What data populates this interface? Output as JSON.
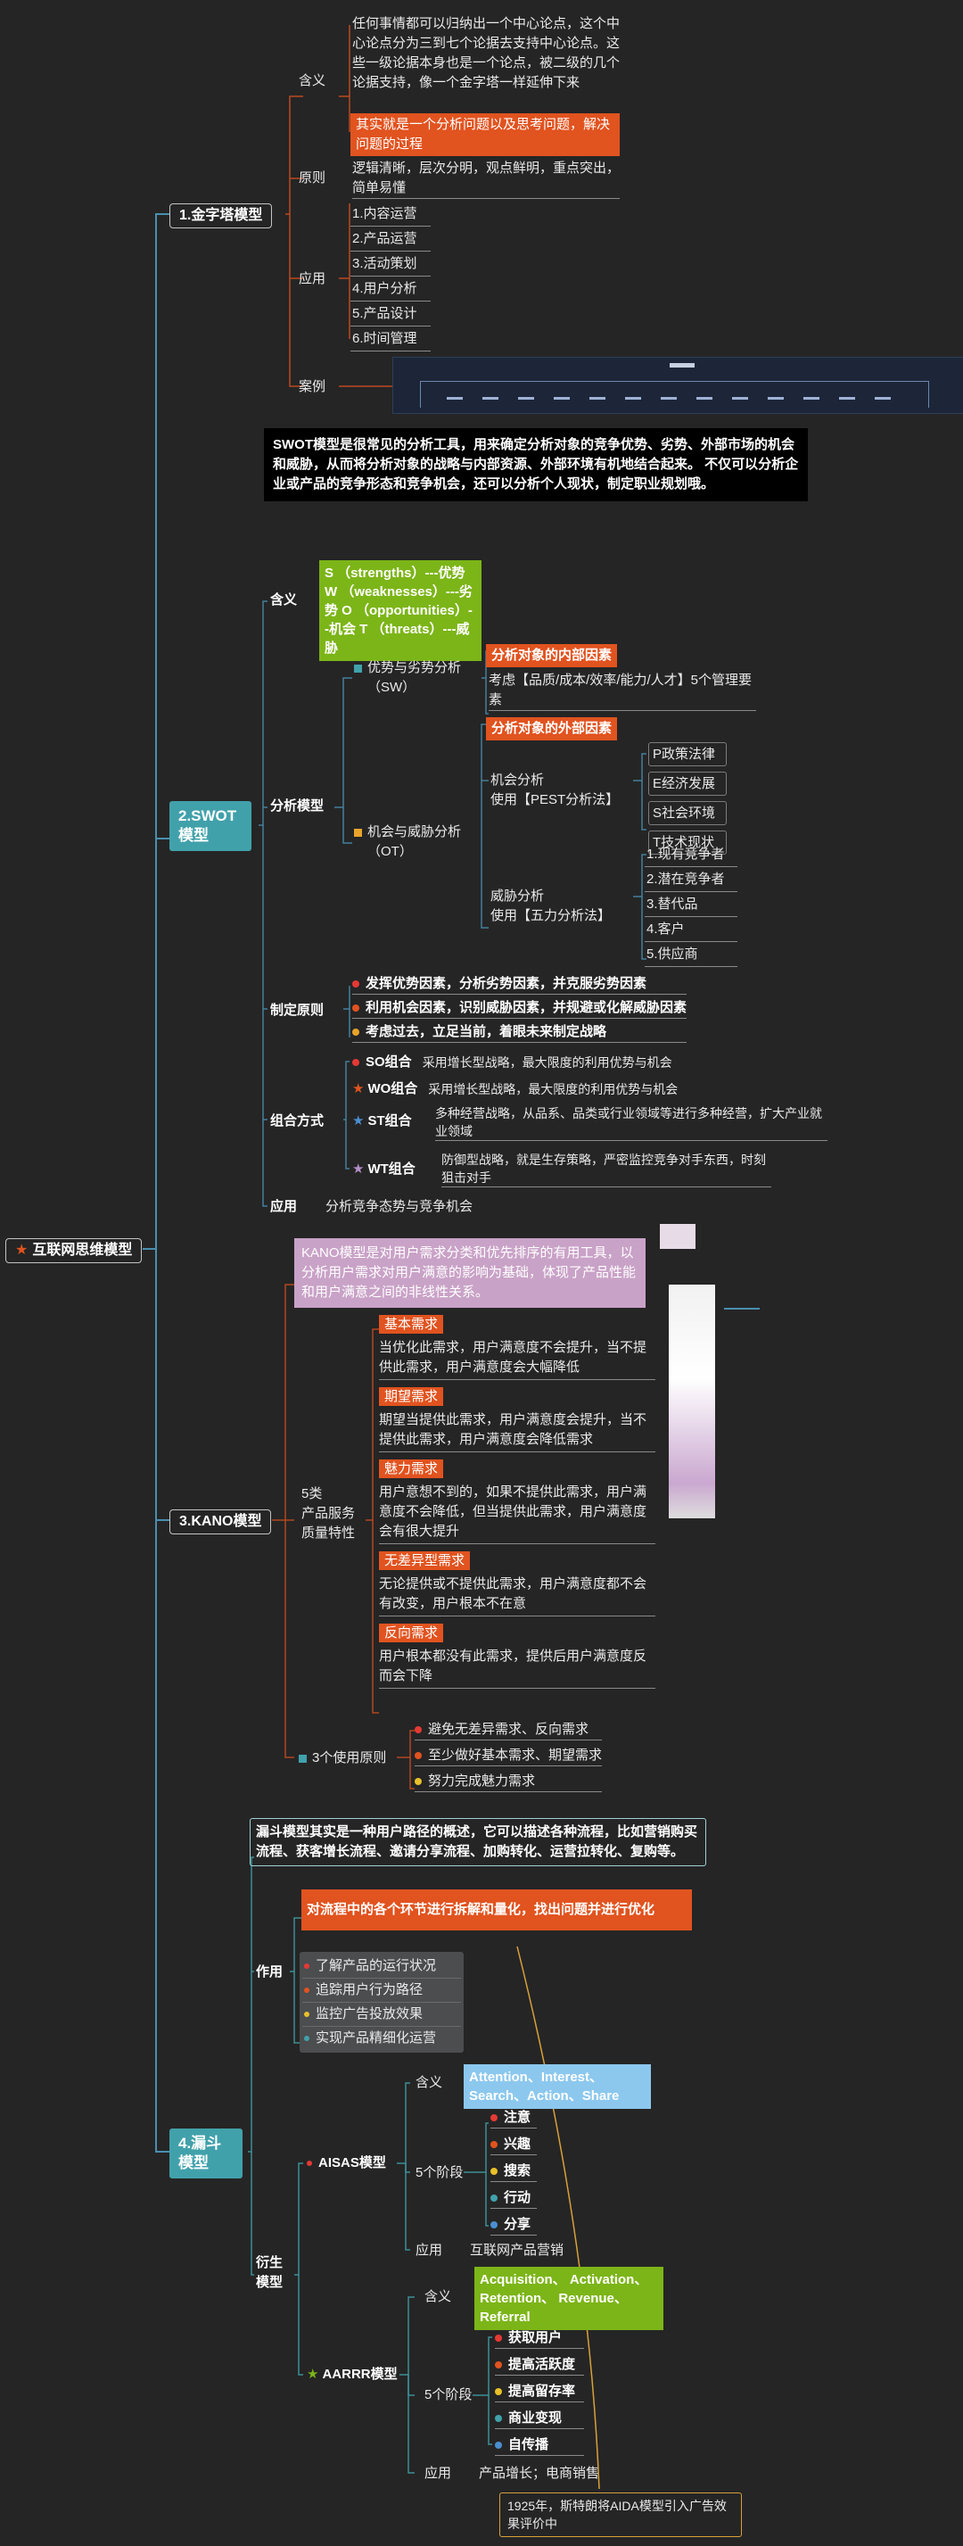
{
  "root": {
    "label": "互联网思维模型",
    "star": "★"
  },
  "pyramid": {
    "title": "1.金字塔模型",
    "meaning_label": "含义",
    "meaning_text": "任何事情都可以归纳出一个中心论点，这个中心论点分为三到七个论据去支持中心论点。这些一级论据本身也是一个论点，被二级的几个论据支持，像一个金字塔一样延伸下来",
    "meaning_highlight": "其实就是一个分析问题以及思考问题，解决问题的过程",
    "principle_label": "原则",
    "principle_text": "逻辑清晰，层次分明，观点鲜明，重点突出，简单易懂",
    "apply_label": "应用",
    "apply_items": [
      "1.内容运营",
      "2.产品运营",
      "3.活动策划",
      "4.用户分析",
      "5.产品设计",
      "6.时间管理"
    ],
    "case_label": "案例"
  },
  "swot": {
    "title_l1": "2.SWOT",
    "title_l2": "模型",
    "intro": "SWOT模型是很常见的分析工具，用来确定分析对象的竞争优势、劣势、外部市场的机会和威胁，从而将分析对象的战略与内部资源、外部环境有机地结合起来。\n\n不仅可以分析企业或产品的竞争形态和竞争机会，还可以分析个人现状，制定职业规划哦。",
    "meaning_label": "含义",
    "meaning_box": "S （strengths）---优势\nW （weaknesses）---劣势\nO （opportunities）--机会\nT （threats）---威胁",
    "analysis_label": "分析模型",
    "sw_label": "优势与劣势分析\n（SW）",
    "sw_tag": "分析对象的内部因素",
    "sw_text": "考虑【品质/成本/效率/能力/人才】5个管理要素",
    "ot_label": "机会与威胁分析\n（OT）",
    "ot_tag": "分析对象的外部因素",
    "opp_label": "机会分析\n使用【PEST分析法】",
    "pest": [
      "P政策法律",
      "E经济发展",
      "S社会环境",
      "T技术现状"
    ],
    "threat_label": "威胁分析\n使用【五力分析法】",
    "five": [
      "1.现有竞争者",
      "2.潜在竞争者",
      "3.替代品",
      "4.客户",
      "5.供应商"
    ],
    "rules_label": "制定原则",
    "rules": [
      "发挥优势因素，分析劣势因素，并克服劣势因素",
      "利用机会因素，识别威胁因素，并规避或化解威胁因素",
      "考虑过去，立足当前，着眼未来制定战略"
    ],
    "combo_label": "组合方式",
    "combos": [
      {
        "name": "SO组合",
        "text": "采用增长型战略，最大限度的利用优势与机会"
      },
      {
        "name": "WO组合",
        "text": "采用增长型战略，最大限度的利用优势与机会"
      },
      {
        "name": "ST组合",
        "text": "多种经营战略，从品系、品类或行业领域等进行多种经营，扩大产业就业领域"
      },
      {
        "name": "WT组合",
        "text": "防御型战略，就是生存策略，严密监控竞争对手东西，时刻狙击对手"
      }
    ],
    "apply_label": "应用",
    "apply_text": "分析竞争态势与竞争机会"
  },
  "kano": {
    "title": "3.KANO模型",
    "intro": "KANO模型是对用户需求分类和优先排序的有用工具，以分析用户需求对用户满意的影响为基础，体现了产品性能和用户满意之间的非线性关系。",
    "five_label": "5类\n产品服务\n质量特性",
    "types": [
      {
        "tag": "基本需求",
        "text": "当优化此需求，用户满意度不会提升，当不提供此需求，用户满意度会大幅降低"
      },
      {
        "tag": "期望需求",
        "text": "期望当提供此需求，用户满意度会提升，当不提供此需求，用户满意度会降低需求"
      },
      {
        "tag": "魅力需求",
        "text": "用户意想不到的，如果不提供此需求，用户满意度不会降低，但当提供此需求，用户满意度会有很大提升"
      },
      {
        "tag": "无差异型需求",
        "text": "无论提供或不提供此需求，用户满意度都不会有改变，用户根本不在意"
      },
      {
        "tag": "反向需求",
        "text": "用户根本都没有此需求，提供后用户满意度反而会下降"
      }
    ],
    "principles_label": "3个使用原则",
    "principles": [
      "避免无差异需求、反向需求",
      "至少做好基本需求、期望需求",
      "努力完成魅力需求"
    ]
  },
  "funnel": {
    "title_l1": "4.漏斗",
    "title_l2": "模型",
    "intro": "漏斗模型其实是一种用户路径的概述，它可以描述各种流程，比如营销购买流程、获客增长流程、邀请分享流程、加购转化、运营拉转化、复购等。",
    "use_label": "作用",
    "use_highlight": "对流程中的各个环节进行拆解和量化，找出问题并进行优化",
    "uses": [
      "了解产品的运行状况",
      "追踪用户行为路径",
      "监控广告投放效果",
      "实现产品精细化运营"
    ],
    "derived_label": "衍生\n模型",
    "aisas": {
      "name": "AISAS模型",
      "meaning_label": "含义",
      "meaning": "Attention、Interest、\nSearch、Action、Share",
      "stage_label": "5个阶段",
      "stages": [
        "注意",
        "兴趣",
        "搜索",
        "行动",
        "分享"
      ],
      "apply_label": "应用",
      "apply": "互联网产品营销"
    },
    "aarrr": {
      "name": "AARRR模型",
      "meaning_label": "含义",
      "meaning": "Acquisition、\nActivation、Retention、\nRevenue、Referral",
      "stage_label": "5个阶段",
      "stages": [
        "获取用户",
        "提高活跃度",
        "提高留存率",
        "商业变现",
        "自传播"
      ],
      "apply_label": "应用",
      "apply": "产品增长；电商销售"
    },
    "note": "1925年，斯特朗将AIDA模型引入广告效果评价中"
  },
  "colors": {
    "teal": "#41a1ab",
    "orange": "#e1531f",
    "green": "#7cb518",
    "pink": "#c9a2c7",
    "blue": "#8cc8ee",
    "line": "#4a8fb0"
  }
}
